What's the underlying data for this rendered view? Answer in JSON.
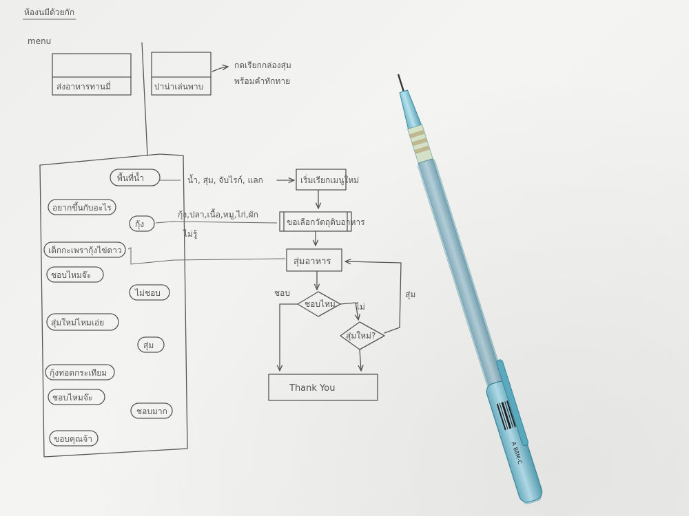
{
  "page_title": "ห้องนมีด้วยกัก",
  "menu_label": "menu",
  "menu_buttons": [
    {
      "label": "ส่งอาหารทานมี่"
    },
    {
      "label": "ปาน่าเล่นพาบ"
    }
  ],
  "menu_annotation": [
    "กดเรียกกล่องสุ่ม",
    "พร้อมคำทักทาย"
  ],
  "chat_bubbles": [
    {
      "label": "พื้นที่น้ำ"
    },
    {
      "label": "อยากขึ้นกับอะไร"
    },
    {
      "label": "กุ้ง"
    },
    {
      "label": "เด็กกะเพรากุ้งไข่ดาว"
    },
    {
      "label": "ชอบไหมจ๊ะ"
    },
    {
      "label": "ไม่ชอบ"
    },
    {
      "label": "สุ่มใหม่ไหมเอ่ย"
    },
    {
      "label": "สุ่ม"
    },
    {
      "label": "กุ้งทอดกระเทียม"
    },
    {
      "label": "ชอบไหมจ๊ะ"
    },
    {
      "label": "ชอบมาก"
    },
    {
      "label": "ขอบคุณจ้า"
    }
  ],
  "options_line_1": "น้ำ, สุ่ม, จับไรก์, แลก",
  "options_line_2": "กุ้ง,ปลา,เนื้อ,หมู,ไก่,ผัก",
  "options_line_3": "ไม่รู้",
  "flow_nodes": {
    "start": "เริ่มเรียกเมนูใหม่",
    "ask": "ขอเลือกวัตถุดิบอาหาร",
    "random": "สุ่มอาหาร",
    "like": "ชอบไหม",
    "again": "สุ่มใหม่?",
    "end": "Thank You"
  },
  "flow_labels": {
    "yes": "ชอบ",
    "no": "ไม่",
    "random": "สุ่ม"
  },
  "pencil_print": "A 88M-C"
}
